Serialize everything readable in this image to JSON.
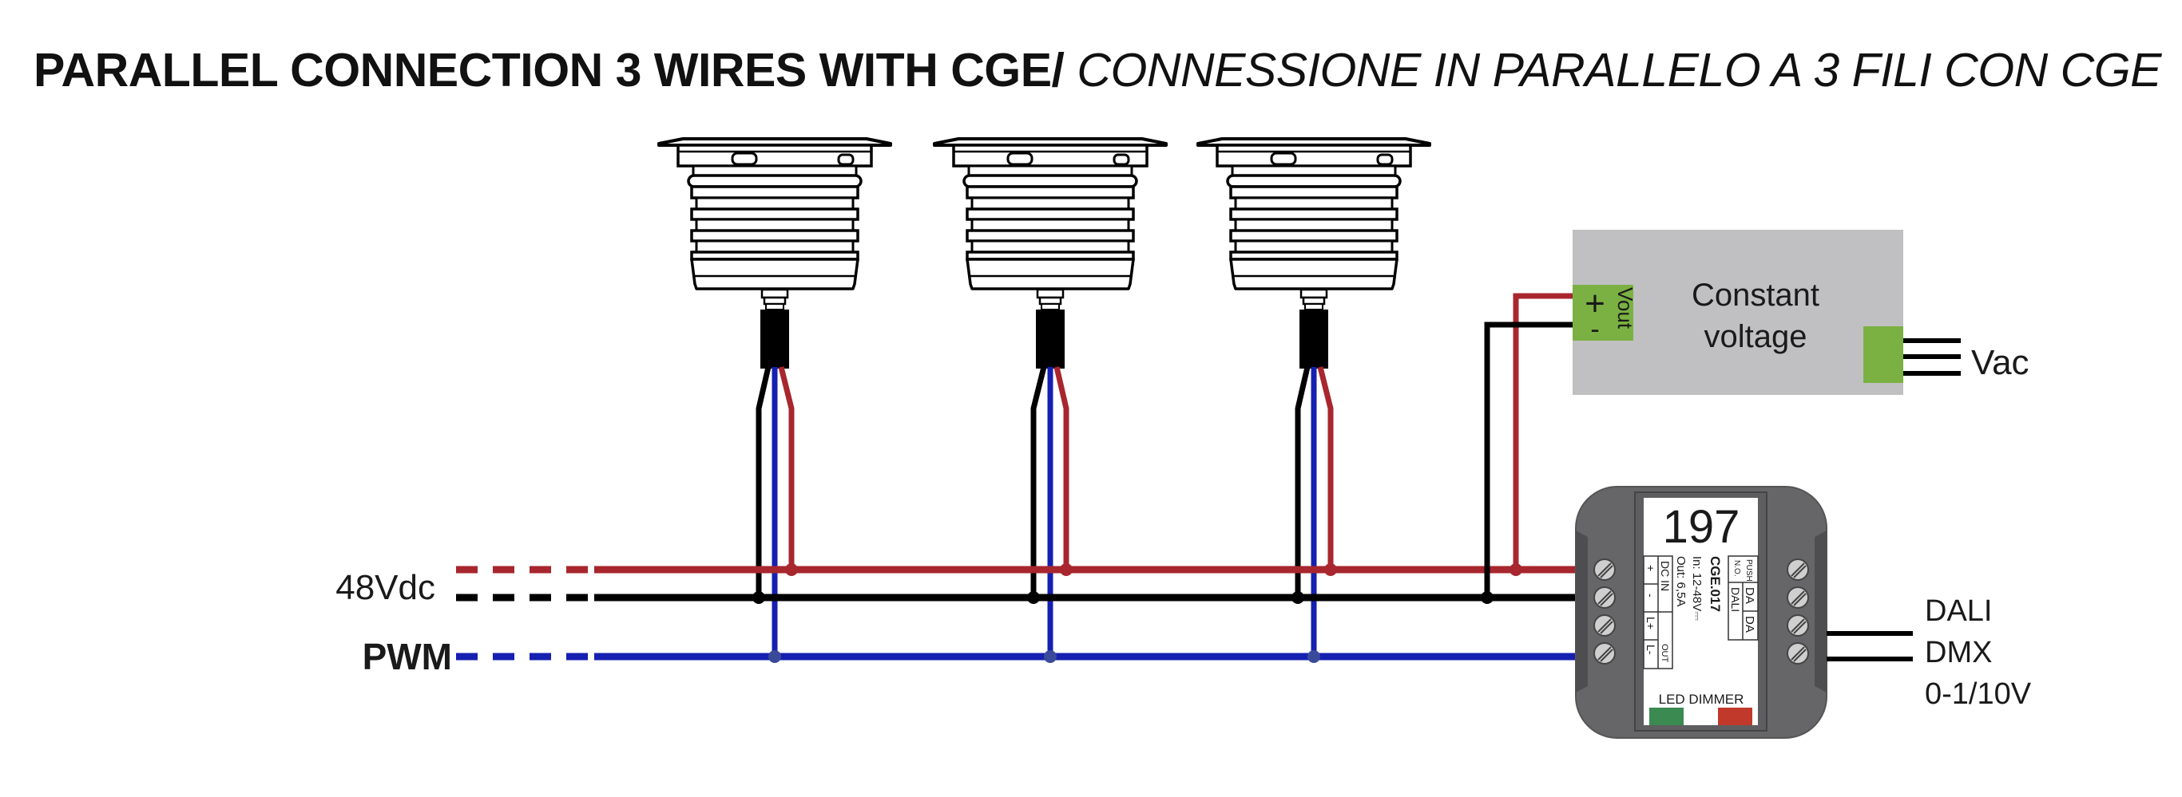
{
  "title": {
    "english": "PARALLEL CONNECTION 3 WIRES WITH CGE/",
    "italian": "CONNESSIONE IN PARALLELO A 3 FILI CON CGE"
  },
  "colors": {
    "positive_wire": "#a8262e",
    "negative_wire": "#000000",
    "pwm_wire": "#1520b0",
    "psu_body": "#c0c0c2",
    "terminal_green": "#7ab142",
    "dimmer_body": "#666668",
    "led_green": "#3a8a51",
    "led_red": "#c0392b"
  },
  "bus_labels": {
    "power": "48Vdc",
    "signal": "PWM"
  },
  "lamps": [
    {
      "id": "lamp-1"
    },
    {
      "id": "lamp-2"
    },
    {
      "id": "lamp-3"
    }
  ],
  "power_supply": {
    "line1": "Constant",
    "line2": "voltage",
    "plus": "+",
    "minus": "-",
    "vout_label": "Vout",
    "input_label": "Vac"
  },
  "dimmer": {
    "number": "197",
    "model": "CGE.017",
    "input_spec": "In: 12-48V⎓",
    "output_spec": "Out: 6,5A",
    "terminal_left": {
      "group1": "DC IN",
      "group2": "OUT",
      "pins": [
        "+",
        "-",
        "L+",
        "L-"
      ]
    },
    "terminal_right": {
      "push_label": "PUSH",
      "no_label": "N.O.",
      "dali_group": "DALI",
      "pins": [
        "DA",
        "DA"
      ]
    },
    "footer": "LED DIMMER"
  },
  "control_protocols": [
    "DALI",
    "DMX",
    "0-1/10V"
  ]
}
